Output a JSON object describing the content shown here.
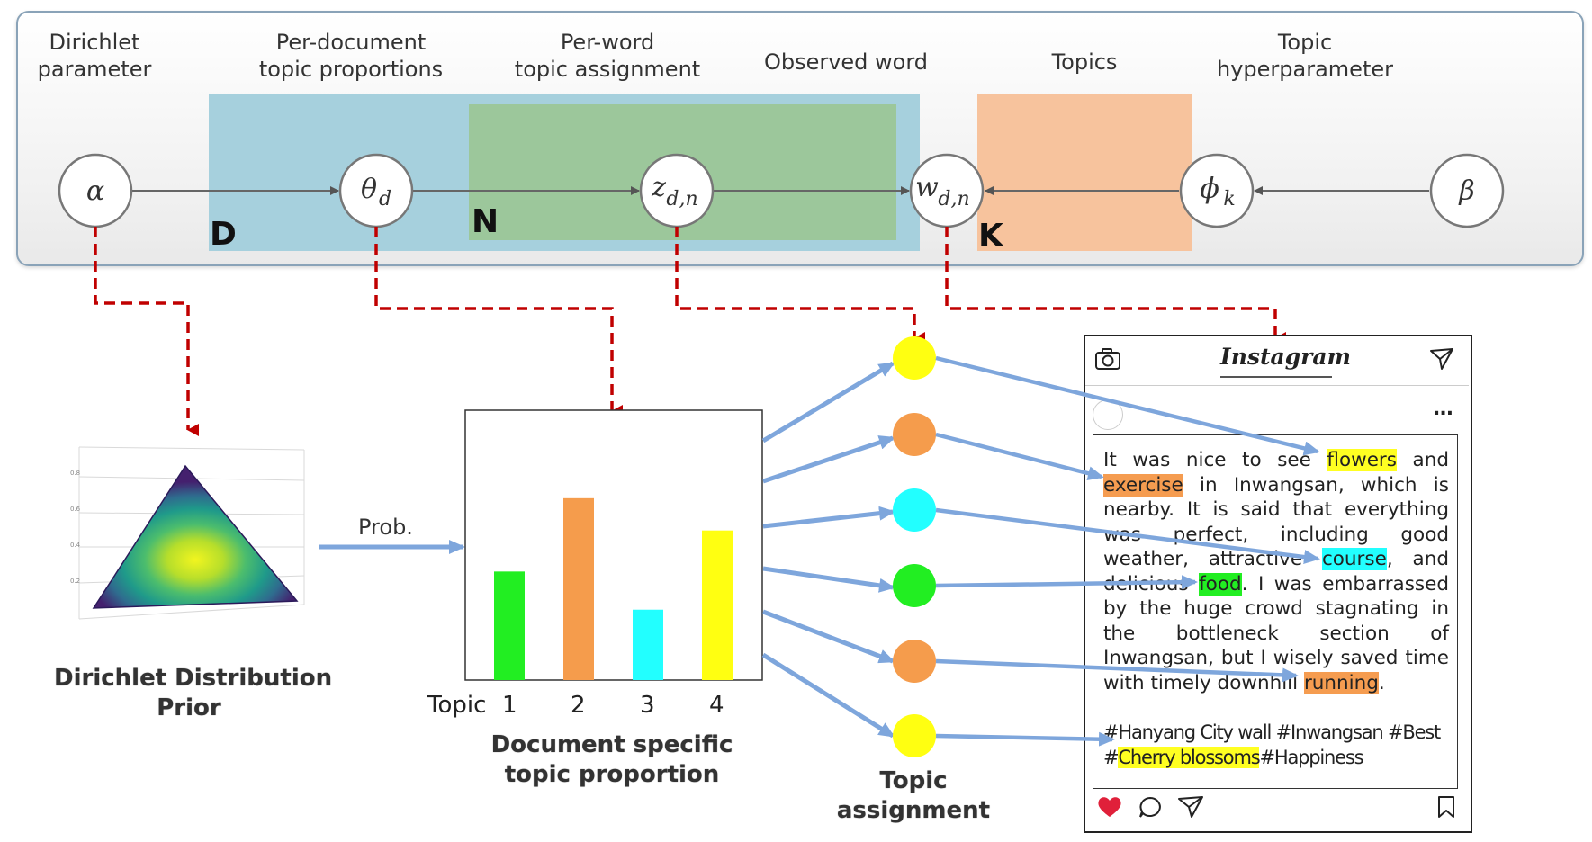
{
  "header": {
    "dirichlet_parameter": [
      "Dirichlet",
      "parameter"
    ],
    "per_document": [
      "Per-document",
      "topic proportions"
    ],
    "per_word": [
      "Per-word",
      "topic assignment"
    ],
    "observed_word": "Observed word",
    "topics": "Topics",
    "topic_hyperparameter": [
      "Topic",
      "hyperparameter"
    ]
  },
  "nodes": {
    "alpha": "α",
    "theta": "θ",
    "theta_sub": "d",
    "z": "z",
    "z_sub": "d,n",
    "w": "w",
    "w_sub": "d,n",
    "phi": "ϕ",
    "phi_sub": "k",
    "beta": "β"
  },
  "plates": {
    "D": "D",
    "N": "N",
    "K": "K"
  },
  "colors": {
    "plate_D": "#a6d0dd",
    "plate_N": "#9cc79b",
    "plate_K": "#f7c39d",
    "dashed_arrow": "#c00000",
    "flow_arrow": "#7ea6dc",
    "topic1": "#22ee22",
    "topic2": "#f59c4c",
    "topic3": "#22ffff",
    "topic4": "#ffff11"
  },
  "prob_label": "Prob.",
  "dirichlet_caption": [
    "Dirichlet Distribution",
    "Prior"
  ],
  "chart_data": {
    "type": "bar",
    "categories": [
      "1",
      "2",
      "3",
      "4"
    ],
    "values": [
      0.37,
      0.62,
      0.24,
      0.51
    ],
    "colors": [
      "#22ee22",
      "#f59c4c",
      "#22ffff",
      "#ffff11"
    ],
    "xlabel": "Topic",
    "ylim": [
      0,
      0.92
    ]
  },
  "chart_caption": [
    "Document specific",
    "topic proportion"
  ],
  "topic_assignment": {
    "dots": [
      "#ffff11",
      "#f59c4c",
      "#22ffff",
      "#22ee22",
      "#f59c4c",
      "#ffff11"
    ],
    "caption": [
      "Topic",
      "assignment"
    ]
  },
  "instagram": {
    "title": "Instagram",
    "icons": [
      "camera-icon",
      "send-icon",
      "more-icon",
      "heart-icon",
      "comment-icon",
      "share-icon",
      "bookmark-icon"
    ],
    "more": "...",
    "text": {
      "p1": "It was nice to see ",
      "w1": "flowers",
      "p2": " and ",
      "w2": "exercise",
      "p3": " in Inwangsan, which is nearby. It is said that everything was perfect, including good weather, attractive ",
      "w3": "course",
      "p4": ", and delicious ",
      "w4": "food",
      "p5": ". I was embarrassed by the huge crowd stagnating in the bottleneck section of Inwangsan, but I wisely saved time with timely downhill ",
      "w5": "running",
      "p6": "."
    },
    "tags": {
      "t1": "#Hanyang City wall #Inwangsan #Best #",
      "w6": "Cherry blossoms",
      "t2": "#Happiness"
    }
  }
}
